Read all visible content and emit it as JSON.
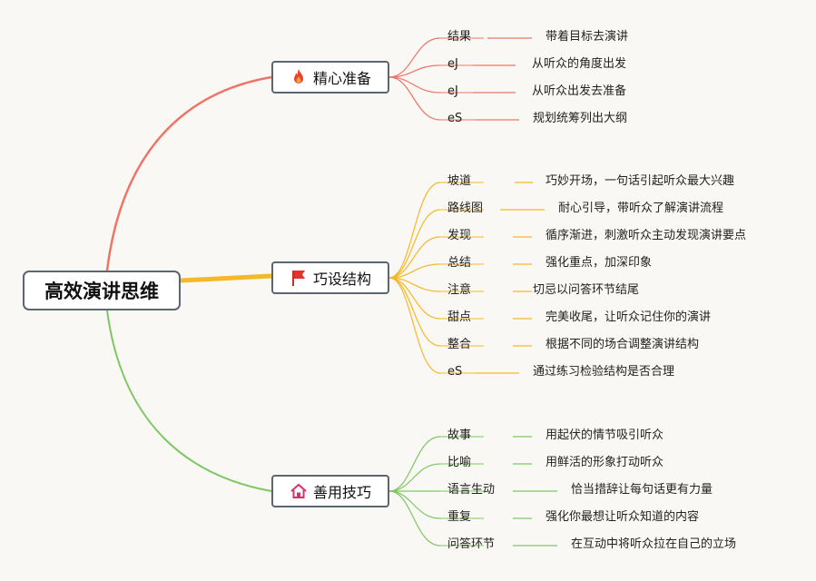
{
  "root": {
    "label": "高效演讲思维"
  },
  "branches": [
    {
      "label": "精心准备",
      "icon": "fire-icon",
      "color": "#ef7468",
      "items": [
        {
          "key": "结果",
          "desc": "带着目标去演讲"
        },
        {
          "key": "eJ",
          "desc": "从听众的角度出发"
        },
        {
          "key": "eJ",
          "desc": "从听众出发去准备"
        },
        {
          "key": "eS",
          "desc": "规划统筹列出大纲"
        }
      ]
    },
    {
      "label": "巧设结构",
      "icon": "flag-icon",
      "color": "#f5b827",
      "items": [
        {
          "key": "坡道",
          "desc": "巧妙开场，一句话引起听众最大兴趣"
        },
        {
          "key": "路线图",
          "desc": "耐心引导，带听众了解演讲流程"
        },
        {
          "key": "发现",
          "desc": "循序渐进，刺激听众主动发现演讲要点"
        },
        {
          "key": "总结",
          "desc": "强化重点，加深印象"
        },
        {
          "key": "注意",
          "desc": "切忌以问答环节结尾"
        },
        {
          "key": "甜点",
          "desc": "完美收尾，让听众记住你的演讲"
        },
        {
          "key": "整合",
          "desc": "根据不同的场合调整演讲结构"
        },
        {
          "key": "eS",
          "desc": "通过练习检验结构是否合理"
        }
      ]
    },
    {
      "label": "善用技巧",
      "icon": "house-icon",
      "color": "#7dc762",
      "items": [
        {
          "key": "故事",
          "desc": "用起伏的情节吸引听众"
        },
        {
          "key": "比喻",
          "desc": "用鲜活的形象打动听众"
        },
        {
          "key": "语言生动",
          "desc": "恰当措辞让每句话更有力量"
        },
        {
          "key": "重复",
          "desc": "强化你最想让听众知道的内容"
        },
        {
          "key": "问答环节",
          "desc": "在互动中将听众拉在自己的立场"
        }
      ]
    }
  ]
}
